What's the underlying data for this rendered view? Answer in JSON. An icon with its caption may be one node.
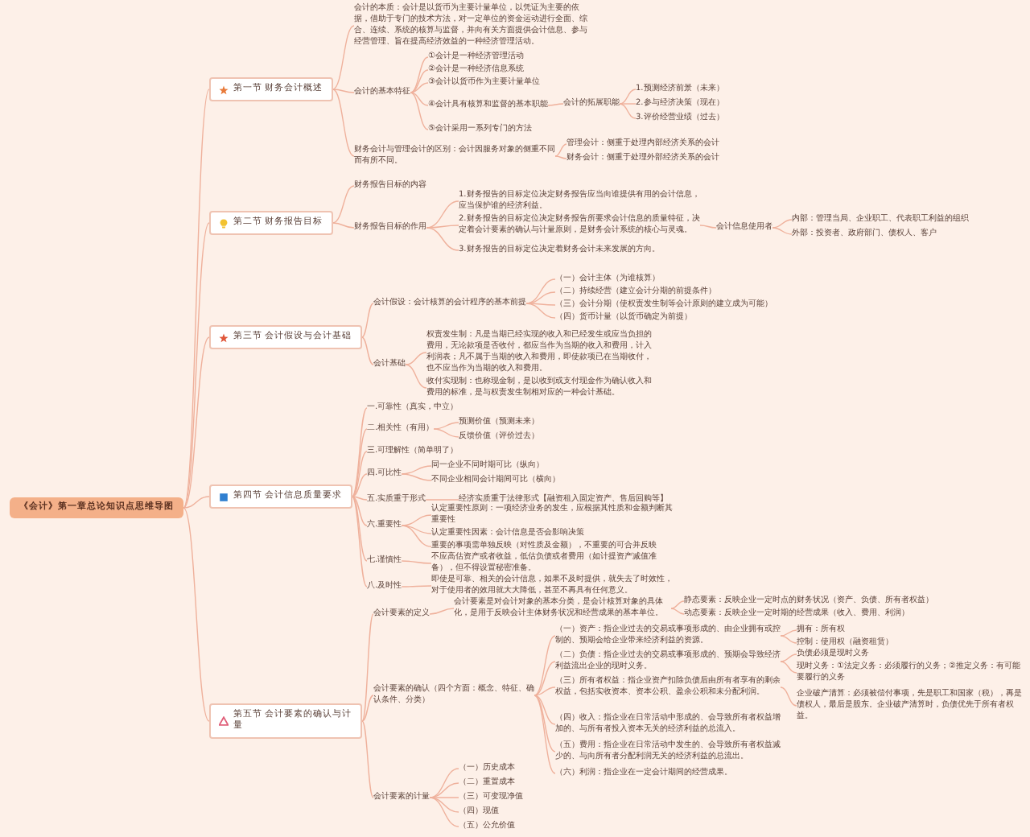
{
  "diagram": {
    "nodes": [
      {
        "text": [
          "《会计》第一章总论知识点思维导图"
        ]
      },
      {
        "text": [
          "第一节 财务会计概述"
        ]
      },
      {
        "text": [
          "第二节 财务报告目标"
        ]
      },
      {
        "text": [
          "第三节 会计假设与会计基础"
        ]
      },
      {
        "text": [
          "第四节 会计信息质量要求"
        ]
      },
      {
        "text": [
          "第五节 会计要素的确认与计量"
        ]
      },
      {
        "text": [
          "会计的本质：会计是以货币为主要计量单位，以凭证为主要的依据，借助于专门的技术方法，对一定单位的资金运动进行全面、综合、连续、系统的核算与监督，并向有关方面提供会计信息、参与经营管理、旨在提高经济效益的一种经济管理活动。"
        ]
      },
      {
        "text": [
          "会计的基本特征"
        ]
      },
      {
        "text": [
          "①会计是一种经济管理活动"
        ]
      },
      {
        "text": [
          "②会计是一种经济信息系统"
        ]
      },
      {
        "text": [
          "③会计以货币作为主要计量单位"
        ]
      },
      {
        "text": [
          "④会计具有核算和监督的基本职能"
        ]
      },
      {
        "text": [
          "⑤会计采用一系列专门的方法"
        ]
      },
      {
        "text": [
          "会计的拓展职能"
        ]
      },
      {
        "text": [
          "1.预测经济前景（未来）"
        ]
      },
      {
        "text": [
          "2.参与经济决策（现在）"
        ]
      },
      {
        "text": [
          "3.评价经营业绩（过去）"
        ]
      },
      {
        "text": [
          "财务会计与管理会计的区别：会计因服务对象的侧重不同而有所不同。"
        ]
      },
      {
        "text": [
          "管理会计：侧重于处理内部经济关系的会计"
        ]
      },
      {
        "text": [
          "财务会计：侧重于处理外部经济关系的会计"
        ]
      },
      {
        "text": [
          "财务报告目标的内容"
        ]
      },
      {
        "text": [
          "财务报告目标的作用"
        ]
      },
      {
        "text": [
          "1.财务报告的目标定位决定财务报告应当向谁提供有用的会计信息，应当保护谁的经济利益。"
        ]
      },
      {
        "text": [
          "2.财务报告的目标定位决定财务报告所要求会计信息的质量特征，决定着会计要素的确认与计量原则，是财务会计系统的核心与灵魂。"
        ]
      },
      {
        "text": [
          "3.财务报告的目标定位决定着财务会计未来发展的方向。"
        ]
      },
      {
        "text": [
          "会计信息使用者"
        ]
      },
      {
        "text": [
          "内部：管理当局、企业职工、代表职工利益的组织"
        ]
      },
      {
        "text": [
          "外部：投资者、政府部门、债权人、客户"
        ]
      },
      {
        "text": [
          "会计假设：会计核算的会计程序的基本前提"
        ]
      },
      {
        "text": [
          "（一）会计主体（为谁核算）"
        ]
      },
      {
        "text": [
          "（二）持续经营（建立会计分期的前提条件）"
        ]
      },
      {
        "text": [
          "（三）会计分期（使权责发生制等会计原则的建立成为可能）"
        ]
      },
      {
        "text": [
          "（四）货币计量（以货币确定为前提）"
        ]
      },
      {
        "text": [
          "会计基础"
        ]
      },
      {
        "text": [
          "权责发生制：凡是当期已经实现的收入和已经发生或应当负担的费用，无论款项是否收付，都应当作为当期的收入和费用，计入利润表；凡不属于当期的收入和费用，即使款项已在当期收付，也不应当作为当期的收入和费用。"
        ]
      },
      {
        "text": [
          "收付实现制：也称现金制，是以收到或支付现金作为确认收入和费用的标准，是与权责发生制相对应的一种会计基础。"
        ]
      },
      {
        "text": [
          "一.可靠性（真实，中立）"
        ]
      },
      {
        "text": [
          "二.相关性（有用）"
        ]
      },
      {
        "text": [
          "预测价值（预测未来）"
        ]
      },
      {
        "text": [
          "反馈价值（评价过去）"
        ]
      },
      {
        "text": [
          "三.可理解性（简单明了）"
        ]
      },
      {
        "text": [
          "四.可比性"
        ]
      },
      {
        "text": [
          "同一企业不同时期可比（纵向）"
        ]
      },
      {
        "text": [
          "不同企业相同会计期间可比（横向）"
        ]
      },
      {
        "text": [
          "五.实质重于形式"
        ]
      },
      {
        "text": [
          "经济实质重于法律形式【融资租入固定资产、售后回购等】"
        ]
      },
      {
        "text": [
          "六.重要性"
        ]
      },
      {
        "text": [
          "认定重要性原则：一项经济业务的发生，应根据其性质和金额判断其重要性"
        ]
      },
      {
        "text": [
          "认定重要性因素：会计信息是否会影响决策"
        ]
      },
      {
        "text": [
          "重要的事项需单独反映（对性质及金额），不重要的可合并反映"
        ]
      },
      {
        "text": [
          "七.谨慎性"
        ]
      },
      {
        "text": [
          "不应高估资产或者收益，低估负债或者费用（如计提资产减值准备），但不得设置秘密准备。"
        ]
      },
      {
        "text": [
          "八.及时性"
        ]
      },
      {
        "text": [
          "即使是可靠、相关的会计信息，如果不及时提供，就失去了时效性，对于使用者的效用就大大降低，甚至不再具有任何意义。"
        ]
      },
      {
        "text": [
          "会计要素的定义"
        ]
      },
      {
        "text": [
          "会计要素是对会计对象的基本分类，是会计核算对象的具体化，是用于反映会计主体财务状况和经营成果的基本单位。"
        ]
      },
      {
        "text": [
          "静态要素：反映企业一定时点的财务状况（资产、负债、所有者权益）"
        ]
      },
      {
        "text": [
          "动态要素：反映企业一定时期的经营成果（收入、费用、利润）"
        ]
      },
      {
        "text": [
          "会计要素的确认（四个方面：概念、特征、确认条件、分类）"
        ]
      },
      {
        "text": [
          "（一）资产：指企业过去的交易或事项形成的、由企业拥有或控制的、预期会给企业带来经济利益的资源。"
        ]
      },
      {
        "text": [
          "（二）负债：指企业过去的交易或事项形成的、预期会导致经济利益流出企业的现时义务。"
        ]
      },
      {
        "text": [
          "（三）所有者权益：指企业资产扣除负债后由所有者享有的剩余权益，包括实收资本、资本公积、盈余公积和未分配利润。"
        ]
      },
      {
        "text": [
          "（四）收入：指企业在日常活动中形成的、会导致所有者权益增加的、与所有者投入资本无关的经济利益的总流入。"
        ]
      },
      {
        "text": [
          "（五）费用：指企业在日常活动中发生的、会导致所有者权益减少的、与向所有者分配利润无关的经济利益的总流出。"
        ]
      },
      {
        "text": [
          "（六）利润：指企业在一定会计期间的经营成果。"
        ]
      },
      {
        "text": [
          "拥有：所有权"
        ]
      },
      {
        "text": [
          "控制：使用权（融资租赁）"
        ]
      },
      {
        "text": [
          "负债必须是现时义务"
        ]
      },
      {
        "text": [
          "现时义务：①法定义务：必须履行的义务；②推定义务：有可能要履行的义务"
        ]
      },
      {
        "text": [
          "企业破产清算：必须被偿付事项，先是职工和国家（税），再是债权人，最后是股东。企业破产清算时，负债优先于所有者权益。"
        ]
      },
      {
        "text": [
          "会计要素的计量"
        ]
      },
      {
        "text": [
          "（一）历史成本"
        ]
      },
      {
        "text": [
          "（二）重置成本"
        ]
      },
      {
        "text": [
          "（三）可变现净值"
        ]
      },
      {
        "text": [
          "（四）现值"
        ]
      },
      {
        "text": [
          "（五）公允价值"
        ]
      }
    ],
    "edges": [
      {
        "from": 0,
        "to": 1,
        "arrow": "none"
      },
      {
        "from": 0,
        "to": 2,
        "arrow": "none"
      },
      {
        "from": 0,
        "to": 3,
        "arrow": "none"
      },
      {
        "from": 0,
        "to": 4,
        "arrow": "none"
      },
      {
        "from": 0,
        "to": 5,
        "arrow": "none"
      },
      {
        "from": 1,
        "to": 6,
        "arrow": "none"
      },
      {
        "from": 1,
        "to": 7,
        "arrow": "none"
      },
      {
        "from": 1,
        "to": 17,
        "arrow": "none"
      },
      {
        "from": 7,
        "to": 8,
        "arrow": "none"
      },
      {
        "from": 7,
        "to": 9,
        "arrow": "none"
      },
      {
        "from": 7,
        "to": 10,
        "arrow": "none"
      },
      {
        "from": 7,
        "to": 11,
        "arrow": "none"
      },
      {
        "from": 7,
        "to": 12,
        "arrow": "none"
      },
      {
        "from": 11,
        "to": 13,
        "arrow": "none"
      },
      {
        "from": 13,
        "to": 14,
        "arrow": "none"
      },
      {
        "from": 13,
        "to": 15,
        "arrow": "none"
      },
      {
        "from": 13,
        "to": 16,
        "arrow": "none"
      },
      {
        "from": 17,
        "to": 18,
        "arrow": "none"
      },
      {
        "from": 17,
        "to": 19,
        "arrow": "none"
      },
      {
        "from": 2,
        "to": 20,
        "arrow": "none"
      },
      {
        "from": 2,
        "to": 21,
        "arrow": "none"
      },
      {
        "from": 21,
        "to": 22,
        "arrow": "none"
      },
      {
        "from": 21,
        "to": 23,
        "arrow": "none"
      },
      {
        "from": 21,
        "to": 24,
        "arrow": "none"
      },
      {
        "from": 23,
        "to": 25,
        "arrow": "none"
      },
      {
        "from": 25,
        "to": 26,
        "arrow": "none"
      },
      {
        "from": 25,
        "to": 27,
        "arrow": "none"
      },
      {
        "from": 3,
        "to": 28,
        "arrow": "none"
      },
      {
        "from": 3,
        "to": 33,
        "arrow": "none"
      },
      {
        "from": 28,
        "to": 29,
        "arrow": "none"
      },
      {
        "from": 28,
        "to": 30,
        "arrow": "none"
      },
      {
        "from": 28,
        "to": 31,
        "arrow": "none"
      },
      {
        "from": 28,
        "to": 32,
        "arrow": "none"
      },
      {
        "from": 33,
        "to": 34,
        "arrow": "none"
      },
      {
        "from": 33,
        "to": 35,
        "arrow": "none"
      },
      {
        "from": 4,
        "to": 36,
        "arrow": "none"
      },
      {
        "from": 4,
        "to": 37,
        "arrow": "none"
      },
      {
        "from": 4,
        "to": 40,
        "arrow": "none"
      },
      {
        "from": 4,
        "to": 41,
        "arrow": "none"
      },
      {
        "from": 4,
        "to": 44,
        "arrow": "none"
      },
      {
        "from": 4,
        "to": 46,
        "arrow": "none"
      },
      {
        "from": 4,
        "to": 50,
        "arrow": "none"
      },
      {
        "from": 4,
        "to": 52,
        "arrow": "none"
      },
      {
        "from": 37,
        "to": 38,
        "arrow": "none"
      },
      {
        "from": 37,
        "to": 39,
        "arrow": "none"
      },
      {
        "from": 41,
        "to": 42,
        "arrow": "none"
      },
      {
        "from": 41,
        "to": 43,
        "arrow": "none"
      },
      {
        "from": 44,
        "to": 45,
        "arrow": "none"
      },
      {
        "from": 46,
        "to": 47,
        "arrow": "none"
      },
      {
        "from": 46,
        "to": 48,
        "arrow": "none"
      },
      {
        "from": 46,
        "to": 49,
        "arrow": "none"
      },
      {
        "from": 50,
        "to": 51,
        "arrow": "none"
      },
      {
        "from": 52,
        "to": 53,
        "arrow": "none"
      },
      {
        "from": 5,
        "to": 54,
        "arrow": "none"
      },
      {
        "from": 5,
        "to": 58,
        "arrow": "none"
      },
      {
        "from": 5,
        "to": 70,
        "arrow": "none"
      },
      {
        "from": 54,
        "to": 55,
        "arrow": "none"
      },
      {
        "from": 55,
        "to": 56,
        "arrow": "none"
      },
      {
        "from": 55,
        "to": 57,
        "arrow": "none"
      },
      {
        "from": 58,
        "to": 59,
        "arrow": "none"
      },
      {
        "from": 58,
        "to": 60,
        "arrow": "none"
      },
      {
        "from": 58,
        "to": 61,
        "arrow": "none"
      },
      {
        "from": 58,
        "to": 62,
        "arrow": "none"
      },
      {
        "from": 58,
        "to": 63,
        "arrow": "none"
      },
      {
        "from": 58,
        "to": 64,
        "arrow": "none"
      },
      {
        "from": 59,
        "to": 65,
        "arrow": "none"
      },
      {
        "from": 59,
        "to": 66,
        "arrow": "none"
      },
      {
        "from": 60,
        "to": 67,
        "arrow": "none"
      },
      {
        "from": 60,
        "to": 68,
        "arrow": "none"
      },
      {
        "from": 61,
        "to": 69,
        "arrow": "none"
      },
      {
        "from": 70,
        "to": 71,
        "arrow": "none"
      },
      {
        "from": 70,
        "to": 72,
        "arrow": "none"
      },
      {
        "from": 70,
        "to": 73,
        "arrow": "none"
      },
      {
        "from": 70,
        "to": 74,
        "arrow": "none"
      },
      {
        "from": 70,
        "to": 75,
        "arrow": "none"
      }
    ]
  }
}
